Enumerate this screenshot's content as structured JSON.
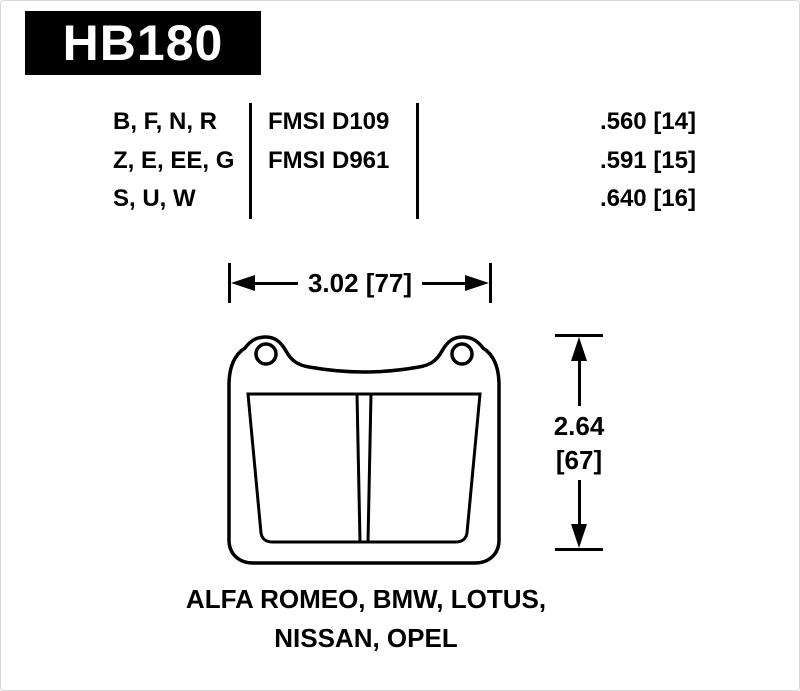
{
  "part": {
    "number": "HB180"
  },
  "table": {
    "compound_rows": [
      "B, F, N, R",
      "Z, E, EE, G",
      "S, U, W"
    ],
    "fmsi_rows": [
      "FMSI D109",
      "FMSI D961"
    ],
    "thickness_rows": [
      ".560 [14]",
      ".591 [15]",
      ".640 [16]"
    ]
  },
  "dimensions": {
    "width_label": "3.02 [77]",
    "height_label_in": "2.64",
    "height_label_mm": "[67]"
  },
  "applications": {
    "line1": "ALFA ROMEO, BMW, LOTUS,",
    "line2": "NISSAN, OPEL"
  },
  "colors": {
    "ink": "#000000",
    "header_bg": "#000000",
    "header_text": "#ffffff",
    "background": "#ffffff"
  }
}
